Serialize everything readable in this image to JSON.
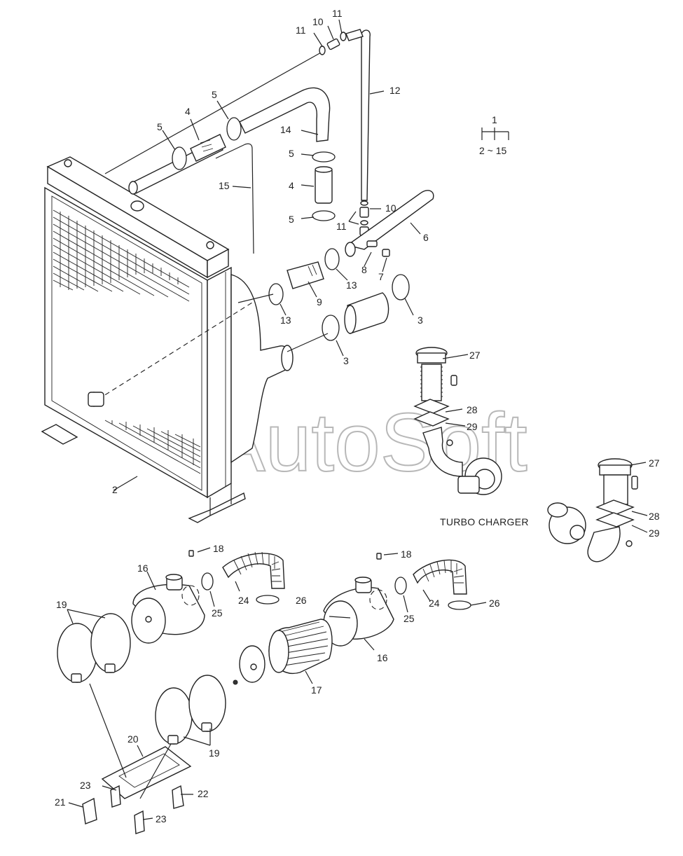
{
  "watermark": "AutoSoft",
  "assembly": {
    "number": "1",
    "range": "2 ~ 15"
  },
  "caption": "TURBO CHARGER",
  "labels": [
    {
      "id": "l11a",
      "text": "11"
    },
    {
      "id": "l10a",
      "text": "10"
    },
    {
      "id": "l11b",
      "text": "11"
    },
    {
      "id": "l12",
      "text": "12"
    },
    {
      "id": "l5a",
      "text": "5"
    },
    {
      "id": "l4a",
      "text": "4"
    },
    {
      "id": "l5b",
      "text": "5"
    },
    {
      "id": "l14",
      "text": "14"
    },
    {
      "id": "l5c",
      "text": "5"
    },
    {
      "id": "l4b",
      "text": "4"
    },
    {
      "id": "l5d",
      "text": "5"
    },
    {
      "id": "l15",
      "text": "15"
    },
    {
      "id": "l10b",
      "text": "10"
    },
    {
      "id": "l11c",
      "text": "11"
    },
    {
      "id": "l6",
      "text": "6"
    },
    {
      "id": "l8",
      "text": "8"
    },
    {
      "id": "l7",
      "text": "7"
    },
    {
      "id": "l13a",
      "text": "13"
    },
    {
      "id": "l9",
      "text": "9"
    },
    {
      "id": "l13b",
      "text": "13"
    },
    {
      "id": "l3a",
      "text": "3"
    },
    {
      "id": "l3b",
      "text": "3"
    },
    {
      "id": "l2",
      "text": "2"
    },
    {
      "id": "l27a",
      "text": "27"
    },
    {
      "id": "l28a",
      "text": "28"
    },
    {
      "id": "l29a",
      "text": "29"
    },
    {
      "id": "l27b",
      "text": "27"
    },
    {
      "id": "l28b",
      "text": "28"
    },
    {
      "id": "l29b",
      "text": "29"
    },
    {
      "id": "l18a",
      "text": "18"
    },
    {
      "id": "l16a",
      "text": "16"
    },
    {
      "id": "l24a",
      "text": "24"
    },
    {
      "id": "l25a",
      "text": "25"
    },
    {
      "id": "l26a",
      "text": "26"
    },
    {
      "id": "l18b",
      "text": "18"
    },
    {
      "id": "l24b",
      "text": "24"
    },
    {
      "id": "l25b",
      "text": "25"
    },
    {
      "id": "l26b",
      "text": "26"
    },
    {
      "id": "l16b",
      "text": "16"
    },
    {
      "id": "l19a",
      "text": "19"
    },
    {
      "id": "l17",
      "text": "17"
    },
    {
      "id": "l19b",
      "text": "19"
    },
    {
      "id": "l20",
      "text": "20"
    },
    {
      "id": "l23a",
      "text": "23"
    },
    {
      "id": "l22",
      "text": "22"
    },
    {
      "id": "l21",
      "text": "21"
    },
    {
      "id": "l23b",
      "text": "23"
    }
  ]
}
